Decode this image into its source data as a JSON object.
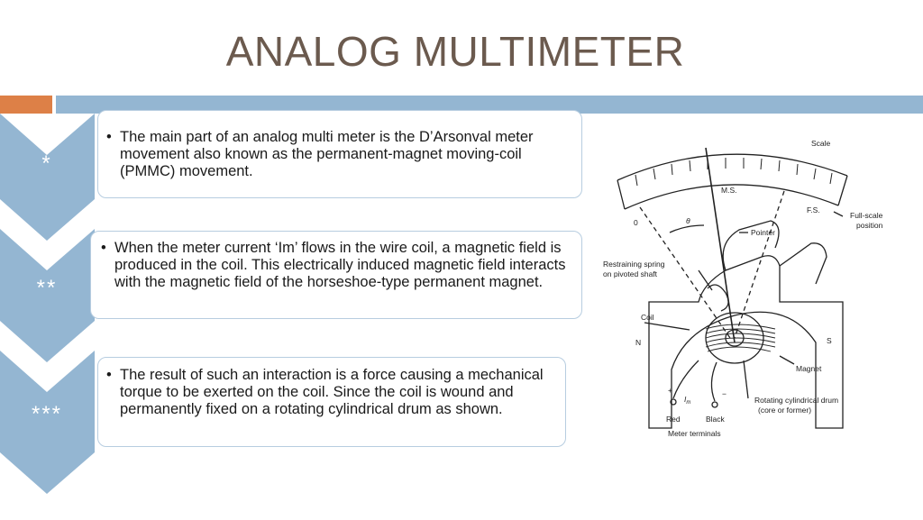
{
  "slide": {
    "title": "ANALOG MULTIMETER",
    "accent_colors": {
      "orange": "#dd8047",
      "blue": "#94b6d2",
      "title": "#6b5a4e"
    }
  },
  "points": [
    {
      "marker": "*",
      "text": "The main part of an analog multi meter is the D’Arsonval meter movement also known as the permanent-magnet moving-coil (PMMC) movement."
    },
    {
      "marker": "**",
      "text": "When the meter current ‘Im’ flows in the wire coil, a magnetic field is produced in the coil. This electrically induced magnetic field interacts with the magnetic field of the horseshoe-type permanent magnet."
    },
    {
      "marker": "***",
      "text": "The result of such an interaction is a force causing a mechanical torque to be exerted on the coil. Since the coil is wound and permanently fixed on a rotating cylindrical drum as shown."
    }
  ],
  "diagram": {
    "labels": {
      "scale": "Scale",
      "ms": "M.S.",
      "fs": "F.S.",
      "zero": "0",
      "theta": "θ",
      "pointer": "Pointer",
      "full_scale_1": "Full-scale",
      "full_scale_2": "position",
      "spring_1": "Restraining spring",
      "spring_2": "on pivoted shaft",
      "coil": "Coil",
      "north": "N",
      "south": "S",
      "magnet": "Magnet",
      "plus": "+",
      "im": "I",
      "im_sub": "m",
      "minus": "−",
      "red": "Red",
      "black": "Black",
      "drum_1": "Rotating cylindrical drum",
      "drum_2": "(core or former)",
      "terminals": "Meter terminals"
    }
  }
}
